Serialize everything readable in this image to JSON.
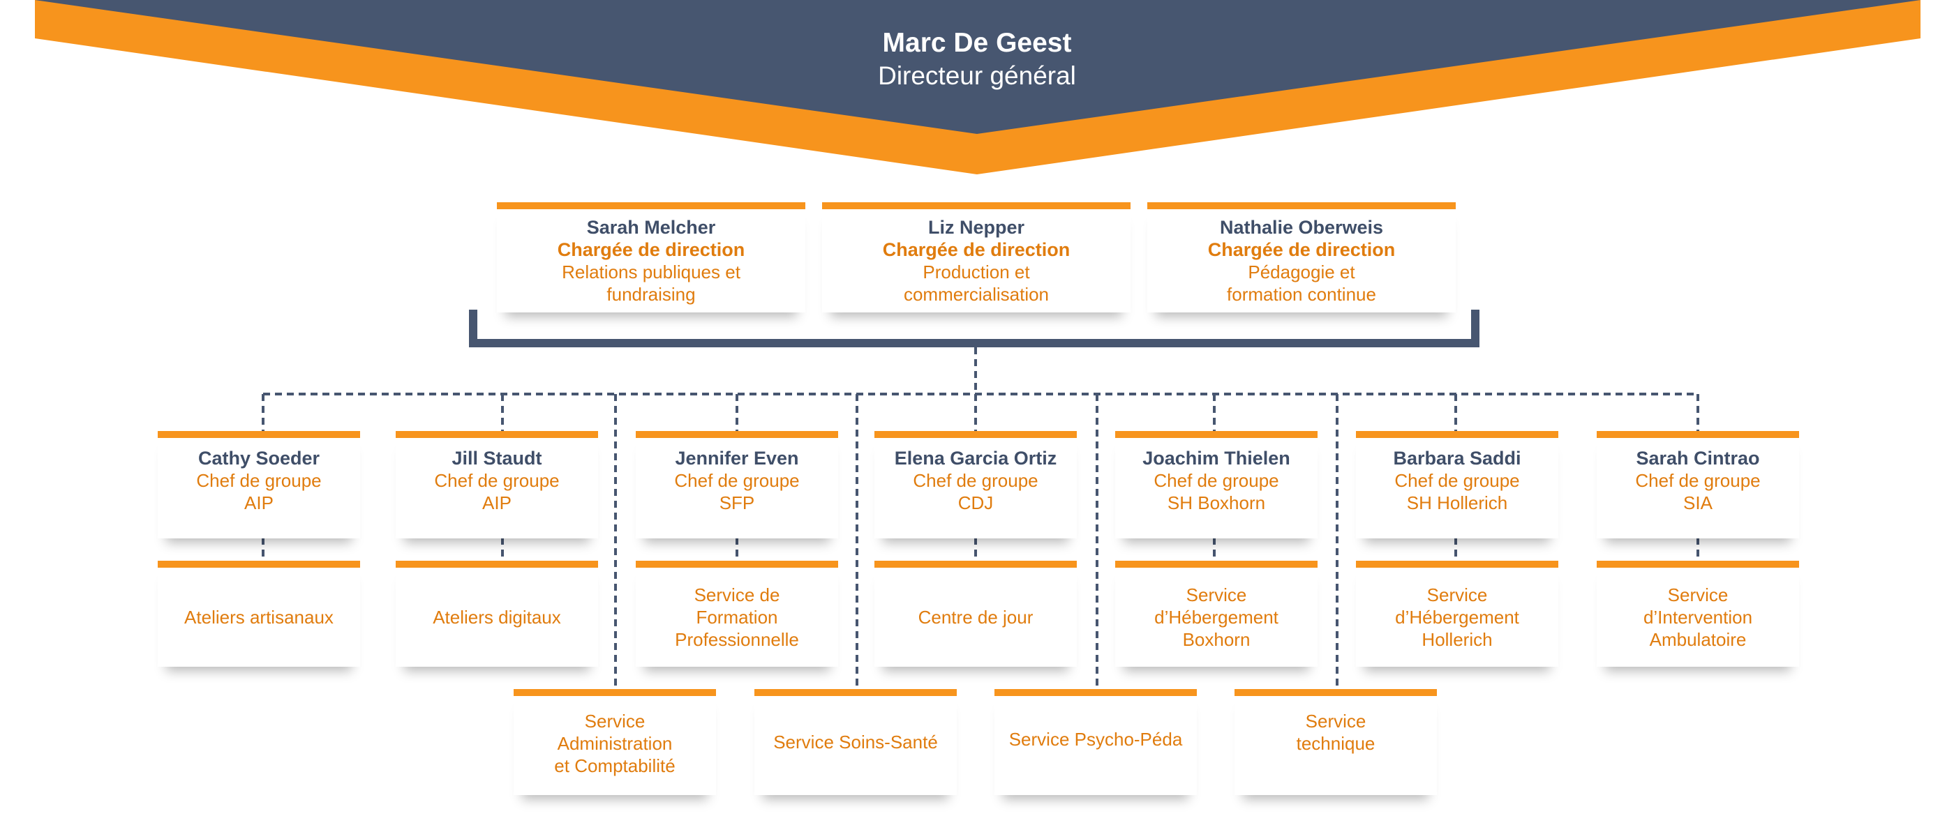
{
  "colors": {
    "navy": "#475670",
    "orange": "#f7941d",
    "text_orange": "#e07c0e",
    "name_navy": "#3f4e68"
  },
  "ceo": {
    "name": "Marc De Geest",
    "role": "Directeur général"
  },
  "directors": [
    {
      "name": "Sarah Melcher",
      "role": "Chargée de direction",
      "line1": "Relations publiques et",
      "line2": "fundraising"
    },
    {
      "name": "Liz Nepper",
      "role": "Chargée de direction",
      "line1": "Production et",
      "line2": "commercialisation"
    },
    {
      "name": "Nathalie Oberweis",
      "role": "Chargée de direction",
      "line1": "Pédagogie et",
      "line2": "formation continue"
    }
  ],
  "group_leaders": [
    {
      "name": "Cathy Soeder",
      "role": "Chef de groupe",
      "unit": "AIP"
    },
    {
      "name": "Jill Staudt",
      "role": "Chef de groupe",
      "unit": "AIP"
    },
    {
      "name": "Jennifer Even",
      "role": "Chef de groupe",
      "unit": "SFP"
    },
    {
      "name": "Elena Garcia Ortiz",
      "role": "Chef de groupe",
      "unit": "CDJ"
    },
    {
      "name": "Joachim Thielen",
      "role": "Chef de groupe",
      "unit": "SH Boxhorn"
    },
    {
      "name": "Barbara Saddi",
      "role": "Chef de groupe",
      "unit": "SH Hollerich"
    },
    {
      "name": "Sarah Cintrao",
      "role": "Chef de groupe",
      "unit": "SIA"
    }
  ],
  "services": [
    {
      "lines": [
        "Ateliers artisanaux"
      ]
    },
    {
      "lines": [
        "Ateliers digitaux"
      ]
    },
    {
      "lines": [
        "Service de",
        "Formation",
        "Professionnelle"
      ]
    },
    {
      "lines": [
        "Centre de jour"
      ]
    },
    {
      "lines": [
        "Service",
        "d’Hébergement",
        "Boxhorn"
      ]
    },
    {
      "lines": [
        "Service",
        "d’Hébergement",
        "Hollerich"
      ]
    },
    {
      "lines": [
        "Service",
        "d’Intervention",
        "Ambulatoire"
      ]
    }
  ],
  "support_services": [
    {
      "lines": [
        "Service",
        "Administration",
        "et Comptabilité"
      ]
    },
    {
      "lines": [
        "Service Soins-Santé"
      ]
    },
    {
      "lines": [
        "Service Psycho-Péda"
      ]
    },
    {
      "lines": [
        "Service",
        "technique"
      ]
    }
  ]
}
